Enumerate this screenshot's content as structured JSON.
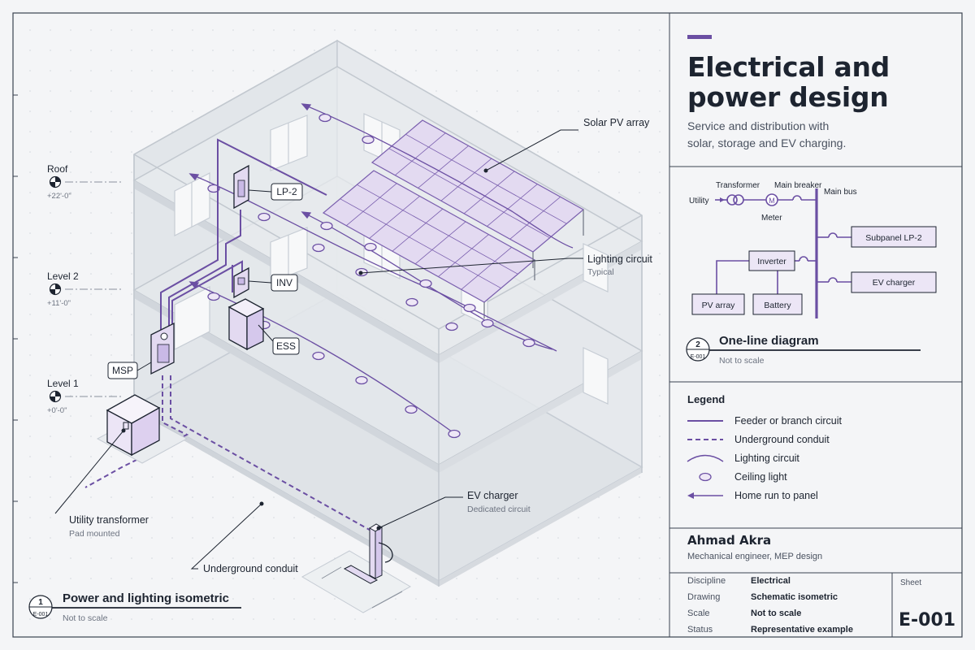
{
  "title": {
    "line1": "Electrical and",
    "line2": "power design",
    "subtitle_line1": "Service and distribution with",
    "subtitle_line2": "solar, storage and EV charging."
  },
  "isometric": {
    "levels": [
      {
        "name": "Roof",
        "elevation": "+22'-0\""
      },
      {
        "name": "Level 2",
        "elevation": "+11'-0\""
      },
      {
        "name": "Level 1",
        "elevation": "+0'-0\""
      }
    ],
    "tags": {
      "lp2": "LP-2",
      "inv": "INV",
      "ess": "ESS",
      "msp": "MSP"
    },
    "callouts": {
      "solar": "Solar PV array",
      "lighting": "Lighting circuit",
      "lighting_sub": "Typical",
      "ev": "EV charger",
      "ev_sub": "Dedicated circuit",
      "transformer": "Utility transformer",
      "transformer_sub": "Pad mounted",
      "conduit": "Underground conduit"
    },
    "detail": {
      "number": "1",
      "sheet": "E-001",
      "title": "Power and lighting isometric",
      "scale": "Not to scale"
    }
  },
  "one_line": {
    "labels": {
      "utility": "Utility",
      "transformer": "Transformer",
      "main_breaker": "Main breaker",
      "main_bus": "Main bus",
      "meter": "Meter",
      "meter_symbol": "M",
      "subpanel": "Subpanel LP-2",
      "inverter": "Inverter",
      "ev_charger": "EV charger",
      "pv_array": "PV array",
      "battery": "Battery"
    },
    "detail": {
      "number": "2",
      "sheet": "E-001",
      "title": "One-line diagram",
      "scale": "Not to scale"
    }
  },
  "legend": {
    "title": "Legend",
    "items": [
      "Feeder or branch circuit",
      "Underground conduit",
      "Lighting circuit",
      "Ceiling light",
      "Home run to panel"
    ]
  },
  "author": {
    "name": "Ahmad Akra",
    "role": "Mechanical engineer, MEP design"
  },
  "info": {
    "rows": [
      {
        "label": "Discipline",
        "value": "Electrical"
      },
      {
        "label": "Drawing",
        "value": "Schematic isometric"
      },
      {
        "label": "Scale",
        "value": "Not to scale"
      },
      {
        "label": "Status",
        "value": "Representative example"
      }
    ],
    "sheet_label": "Sheet",
    "sheet_number": "E-001"
  },
  "colors": {
    "accent": "#6b4fa3",
    "ink": "#1d2430",
    "panel_fill": "#e7e0f3",
    "building": "#c6ccd4"
  }
}
